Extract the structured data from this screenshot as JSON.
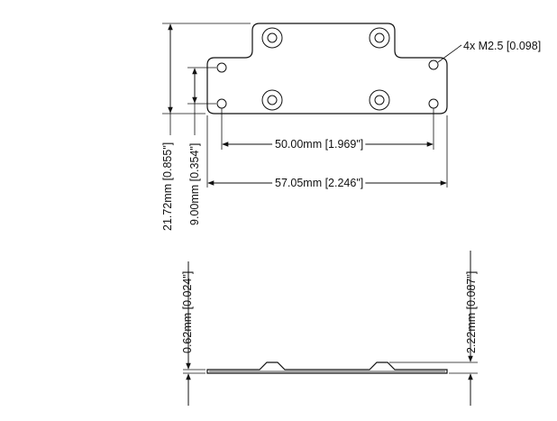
{
  "drawing": {
    "top_view": {
      "hole_callout": "4x M2.5 [0.098]",
      "hole_spacing": "50.00mm [1.969\"]",
      "overall_width": "57.05mm [2.246\"]",
      "overall_height": "21.72mm [0.855\"]",
      "hole_row_spacing": "9.00mm [0.354\"]"
    },
    "side_view": {
      "plate_thickness": "0.62mm [0.024\"]",
      "total_thickness": "2.22mm [0.087\"]"
    }
  }
}
